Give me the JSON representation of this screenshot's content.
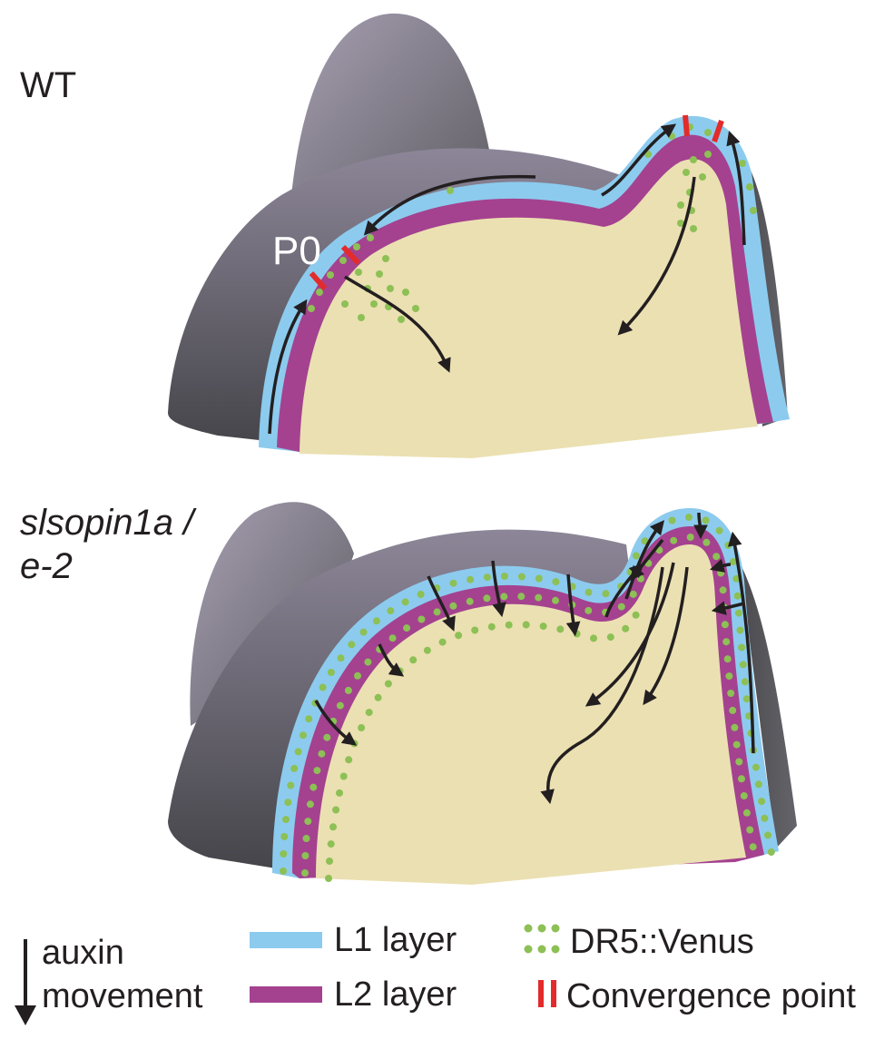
{
  "panels": {
    "wt": {
      "label": "WT",
      "primordium_label": "P0"
    },
    "mutant": {
      "label_line1": "slsopin1a /",
      "label_line2": "e-2"
    }
  },
  "legend": {
    "auxin_line1": "auxin",
    "auxin_line2": "movement",
    "l1": "L1 layer",
    "l2": "L2 layer",
    "dr5": "DR5::Venus",
    "convergence": "Convergence point"
  },
  "colors": {
    "l1": "#8ccbee",
    "l2": "#a4428f",
    "inner": "#ebe0b2",
    "dr5": "#8dc055",
    "convergence": "#e32b2b",
    "arrow": "#231f20",
    "shadow_dark": "#4a4a4e",
    "shadow_light": "#a39aae"
  }
}
